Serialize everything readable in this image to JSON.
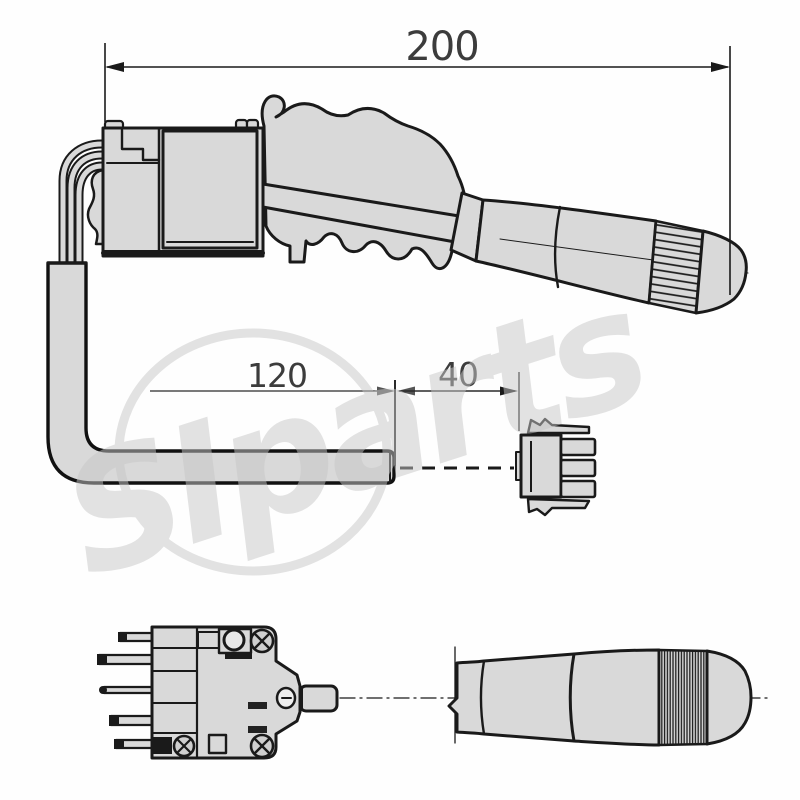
{
  "diagram": {
    "dim_overall_length": "200",
    "dim_cable_length": "120",
    "dim_connector_offset": "40",
    "watermark_text": "SIparts"
  },
  "colors": {
    "outline": "#1a1a1a",
    "part_fill": "#d9d9d9",
    "dim_text": "#3c3c3c",
    "watermark": "#c7c7c7"
  }
}
